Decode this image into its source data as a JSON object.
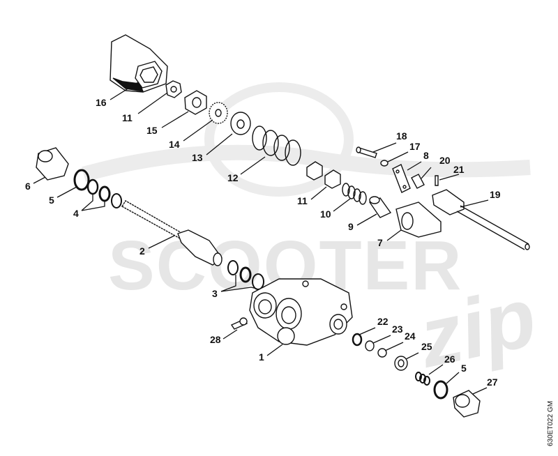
{
  "watermark": {
    "brand": "SCOOTER",
    "script": "zip"
  },
  "drawing_code": "630ET022 GM",
  "callouts": [
    {
      "id": "c1",
      "text": "1"
    },
    {
      "id": "c2",
      "text": "2"
    },
    {
      "id": "c3",
      "text": "3"
    },
    {
      "id": "c4",
      "text": "4"
    },
    {
      "id": "c5a",
      "text": "5"
    },
    {
      "id": "c5b",
      "text": "5"
    },
    {
      "id": "c6",
      "text": "6"
    },
    {
      "id": "c7",
      "text": "7"
    },
    {
      "id": "c8",
      "text": "8"
    },
    {
      "id": "c9",
      "text": "9"
    },
    {
      "id": "c10",
      "text": "10"
    },
    {
      "id": "c11a",
      "text": "11"
    },
    {
      "id": "c11b",
      "text": "11"
    },
    {
      "id": "c12",
      "text": "12"
    },
    {
      "id": "c13",
      "text": "13"
    },
    {
      "id": "c14",
      "text": "14"
    },
    {
      "id": "c15",
      "text": "15"
    },
    {
      "id": "c16",
      "text": "16"
    },
    {
      "id": "c17",
      "text": "17"
    },
    {
      "id": "c18",
      "text": "18"
    },
    {
      "id": "c19",
      "text": "19"
    },
    {
      "id": "c20",
      "text": "20"
    },
    {
      "id": "c21",
      "text": "21"
    },
    {
      "id": "c22",
      "text": "22"
    },
    {
      "id": "c23",
      "text": "23"
    },
    {
      "id": "c24",
      "text": "24"
    },
    {
      "id": "c25",
      "text": "25"
    },
    {
      "id": "c26",
      "text": "26"
    },
    {
      "id": "c27",
      "text": "27"
    },
    {
      "id": "c28",
      "text": "28"
    }
  ]
}
